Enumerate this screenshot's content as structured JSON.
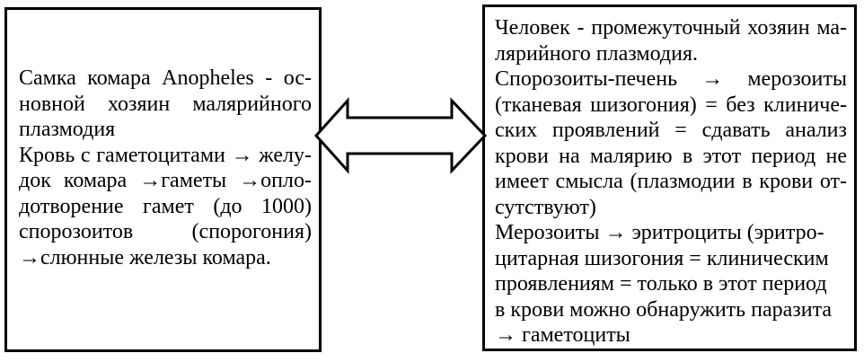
{
  "page": {
    "background_color": "#ffffff",
    "text_color": "#000000",
    "border_color": "#000000"
  },
  "diagram": {
    "left_box": {
      "name": "mosquito-definitive-host",
      "full_text": "Самка комара Anopheles - основной хозяин малярийного плазмодия Кровь с гаметоцитами → желудок комара →гаметы →оплодотворение гамет (до 1000) спорозоитов (спорогония) →слюнные железы комара.",
      "lines": [
        {
          "text": "Самка комара Anopheles - ос-",
          "align": "justify"
        },
        {
          "text": "новной хозяин малярийного",
          "align": "justify"
        },
        {
          "text": "плазмодия",
          "align": "left"
        },
        {
          "text": "Кровь с гаметоцитами → желу-",
          "align": "justify"
        },
        {
          "text": "док комара →гаметы →опло-",
          "align": "justify"
        },
        {
          "text": "дотворение гамет (до 1000)",
          "align": "justify"
        },
        {
          "text": "спорозоитов (спорогония)",
          "align": "justify"
        },
        {
          "text": "→слюнные железы комара.",
          "align": "left"
        }
      ]
    },
    "right_box": {
      "name": "human-intermediate-host",
      "full_text": "Человек - промежуточный хозяин малярийного плазмодия. Спорозоиты-печень → мерозоиты (тканевая шизогония) = без клинических проявлений = сдавать анализ крови на малярию в этот период не имеет смысла (плазмодии в крови отсутствуют) Мерозоиты → эритроциты (эритроцитарная шизогония = клиническим проявлениям = только в этот период в крови можно обнаружить паразита → гаметоциты",
      "lines": [
        {
          "text": "Человек - промежуточный хозяин ма-",
          "align": "justify"
        },
        {
          "text": "лярийного плазмодия.",
          "align": "left"
        },
        {
          "text": "Спорозоиты-печень → мерозоиты",
          "align": "justify"
        },
        {
          "text": "(тканевая шизогония) = без клиниче-",
          "align": "justify"
        },
        {
          "text": "ских проявлений = сдавать анализ",
          "align": "justify"
        },
        {
          "text": "крови на малярию в этот период не",
          "align": "justify"
        },
        {
          "text": "имеет смысла (плазмодии в крови от-",
          "align": "justify"
        },
        {
          "text": "сутствуют)",
          "align": "left"
        },
        {
          "text": "Мерозоиты → эритроциты (эритро-",
          "align": "left"
        },
        {
          "text": "цитарная шизогония = клиническим",
          "align": "left"
        },
        {
          "text": "проявлениям = только в этот период",
          "align": "left"
        },
        {
          "text": "в крови можно обнаружить паразита",
          "align": "left"
        },
        {
          "text": "→ гаметоциты",
          "align": "left"
        }
      ]
    },
    "connector": {
      "type": "double-headed-arrow",
      "direction": "horizontal",
      "fill": "#ffffff",
      "stroke": "#000000"
    }
  }
}
